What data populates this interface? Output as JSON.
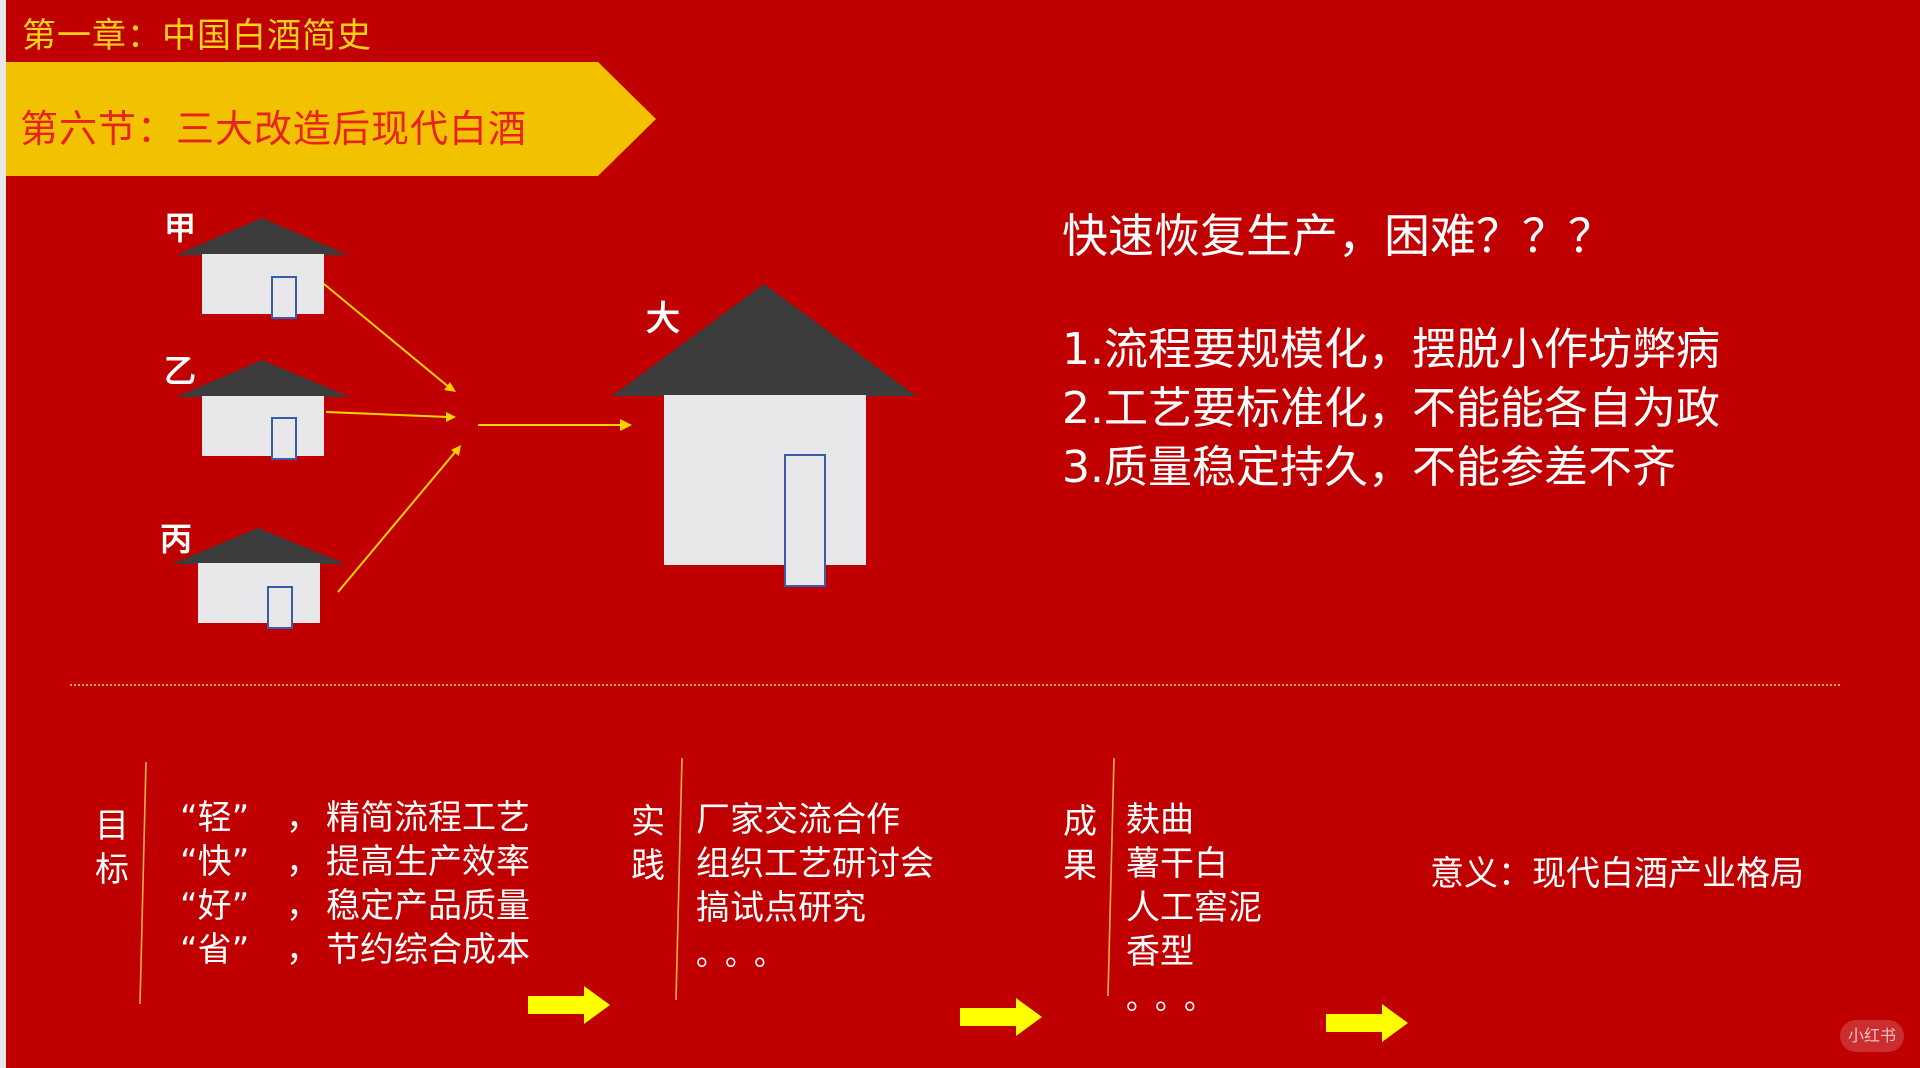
{
  "header": {
    "chapter": "第一章：中国白酒简史",
    "section": "第六节：三大改造后现代白酒"
  },
  "diagram": {
    "small_houses": [
      "甲",
      "乙",
      "丙"
    ],
    "big_house": "大"
  },
  "challenge": {
    "question": "快速恢复生产，困难？？？",
    "points": [
      "1.流程要规模化，摆脱小作坊弊病",
      "2.工艺要标准化，不能能各自为政",
      "3.质量稳定持久，不能参差不齐"
    ]
  },
  "goals": {
    "label": [
      "目",
      "标"
    ],
    "items": [
      {
        "key": "“轻”",
        "sep": "，",
        "text": "精简流程工艺"
      },
      {
        "key": "“快”",
        "sep": "，",
        "text": "提高生产效率"
      },
      {
        "key": "“好”",
        "sep": "，",
        "text": "稳定产品质量"
      },
      {
        "key": "“省”",
        "sep": "，",
        "text": "节约综合成本"
      }
    ]
  },
  "practice": {
    "label": [
      "实",
      "践"
    ],
    "items": [
      "厂家交流合作",
      "组织工艺研讨会",
      "搞试点研究"
    ],
    "ellipsis": "。。。"
  },
  "results": {
    "label": [
      "成",
      "果"
    ],
    "items": [
      "麸曲",
      "薯干白",
      "人工窖泥",
      "香型"
    ],
    "ellipsis": "。。。"
  },
  "meaning": "意义：现代白酒产业格局",
  "watermark": "小红书",
  "colors": {
    "background": "#c00000",
    "banner": "#f2c200",
    "chapter_text": "#ffd21a",
    "section_text": "#e8231e",
    "roof": "#3c3c3c",
    "wall": "#e8e8ea",
    "door_border": "#3a5ba8",
    "arrow_thin": "#ffd200",
    "arrow_bold": "#ffff00"
  }
}
